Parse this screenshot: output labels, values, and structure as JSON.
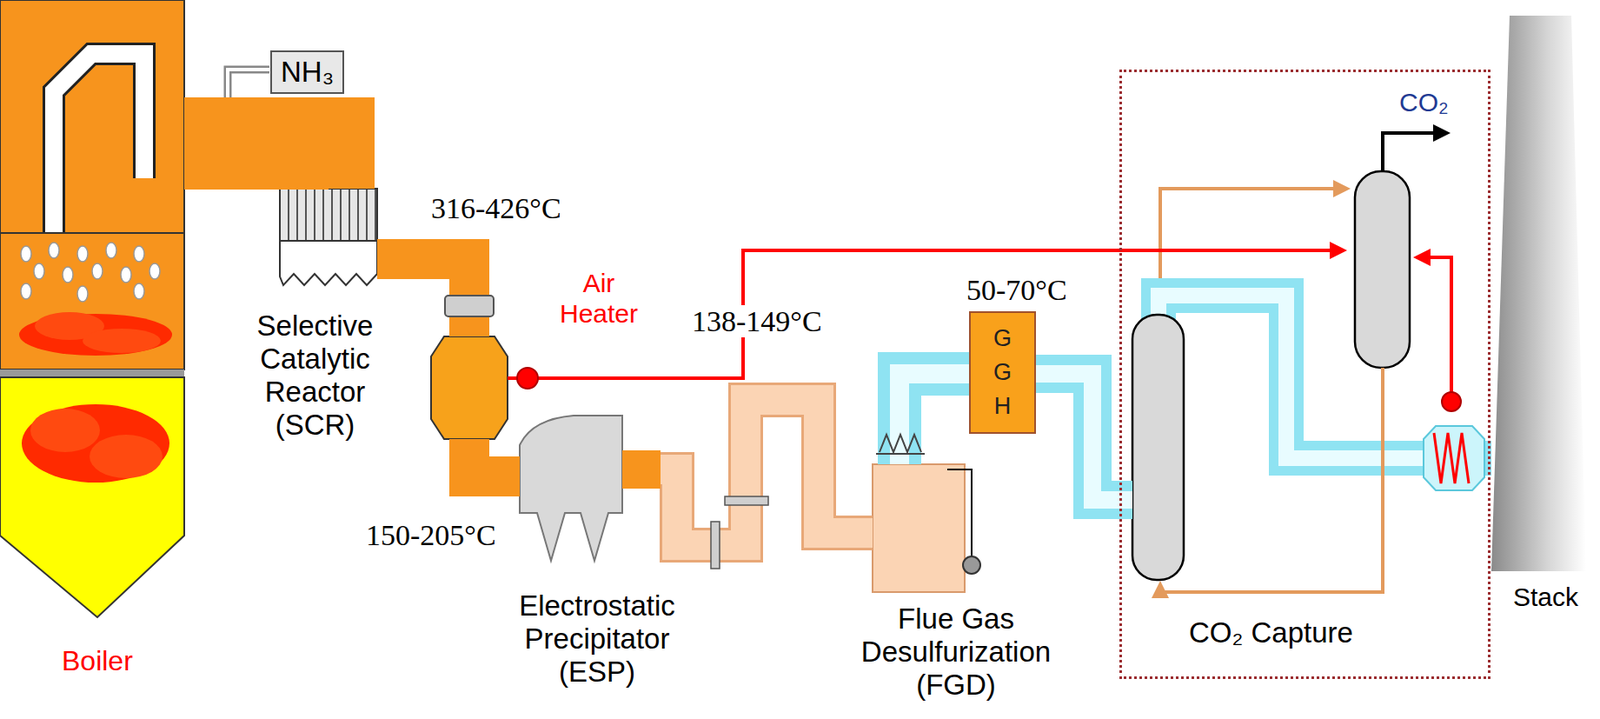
{
  "diagram": {
    "nodes": [
      {
        "text": [
          "Boiler"
        ]
      },
      {
        "text": [
          "NH₃"
        ]
      },
      {
        "text": [
          "Selective Catalytic Reactor (SCR)"
        ]
      },
      {
        "text": [
          "Air Heater"
        ]
      },
      {
        "text": [
          "Electrostatic Precipitator (ESP)"
        ]
      },
      {
        "text": [
          "Flue Gas Desulfurization (FGD)"
        ]
      },
      {
        "text": [
          "GGH"
        ]
      },
      {
        "text": [
          "CO₂ Capture"
        ]
      },
      {
        "text": [
          "Stack"
        ]
      }
    ],
    "edges": [
      {
        "from": 0,
        "to": 2,
        "arrow": "none"
      },
      {
        "from": 2,
        "to": 3,
        "arrow": "none"
      },
      {
        "from": 3,
        "to": 4,
        "arrow": "none"
      },
      {
        "from": 4,
        "to": 5,
        "arrow": "none"
      },
      {
        "from": 5,
        "to": 6,
        "arrow": "none"
      },
      {
        "from": 6,
        "to": 7,
        "arrow": "none"
      },
      {
        "from": 7,
        "to": 8,
        "arrow": "none"
      },
      {
        "from": 3,
        "to": 7,
        "arrow": "to"
      }
    ],
    "labels": [
      "316-426°C",
      "138-149°C",
      "150-205°C",
      "50-70°C",
      "CO₂"
    ]
  }
}
